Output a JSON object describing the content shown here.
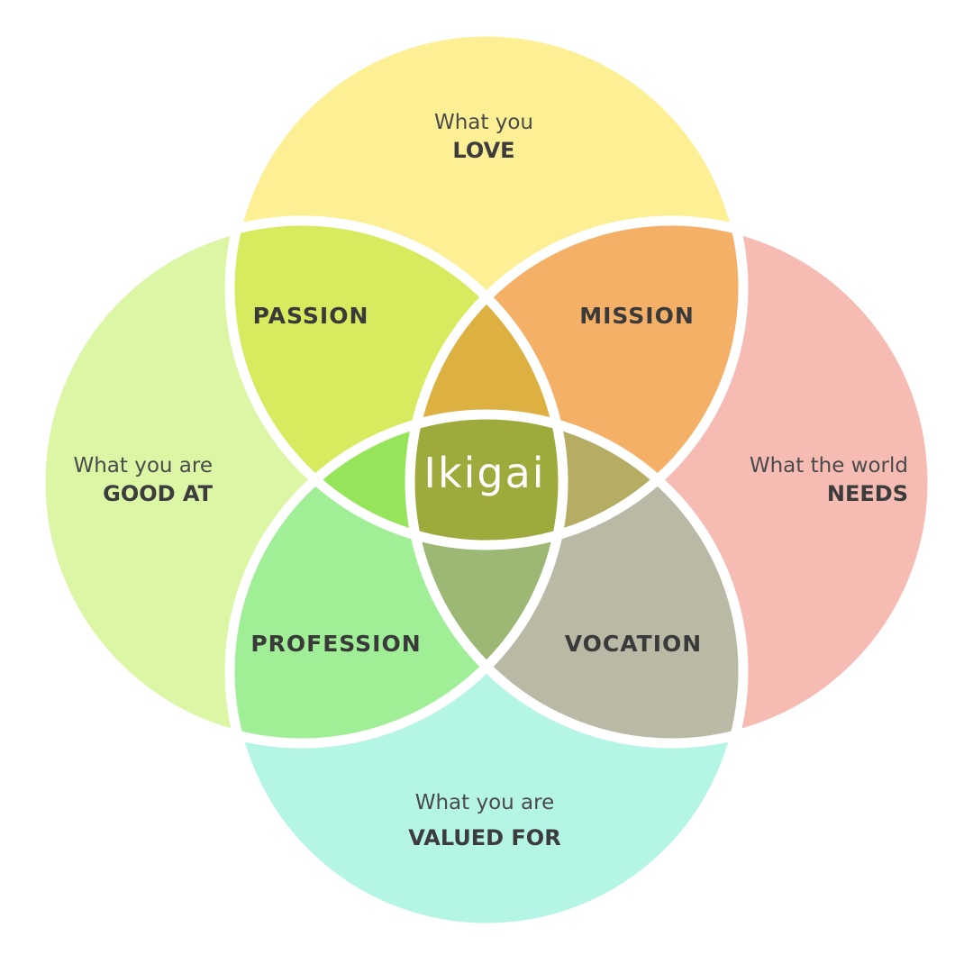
{
  "diagram": {
    "center": "Ikigai",
    "circles": [
      {
        "id": "love",
        "line1": "What you",
        "line2": "LOVE",
        "color": "#fdef94"
      },
      {
        "id": "good",
        "line1": "What you are",
        "line2": "GOOD AT",
        "color": "#dbf7a6"
      },
      {
        "id": "needs",
        "line1": "What the world",
        "line2": "NEEDS",
        "color": "#f6bcb4"
      },
      {
        "id": "valued",
        "line1": "What you are",
        "line2": "VALUED FOR",
        "color": "#b4f5e6"
      }
    ],
    "overlaps": [
      {
        "id": "passion",
        "label": "PASSION",
        "color": "#d8ea5e"
      },
      {
        "id": "mission",
        "label": "MISSION",
        "color": "#f5b068"
      },
      {
        "id": "profession",
        "label": "PROFESSION",
        "color": "#a0ee96"
      },
      {
        "id": "vocation",
        "label": "VOCATION",
        "color": "#b9b9a6"
      }
    ],
    "triples": {
      "top": "#dcb142",
      "left": "#96e45a",
      "right": "#b6ad64",
      "bottom": "#9cb874"
    },
    "center_color": "#9eaa3c"
  }
}
